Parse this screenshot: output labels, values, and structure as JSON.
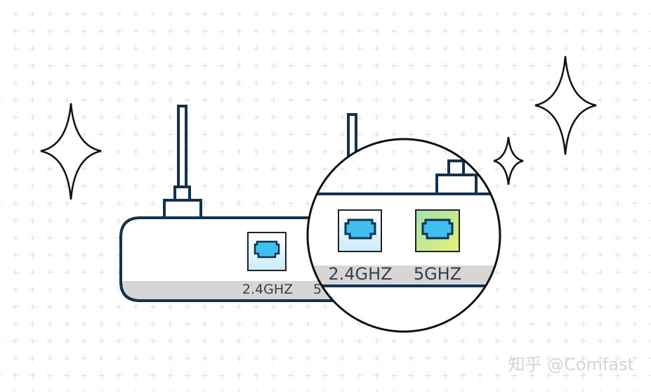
{
  "router": {
    "port_24_label": "2.4GHZ",
    "port_5_label_partial": "5"
  },
  "magnifier": {
    "port_24_label": "2.4GHZ",
    "port_5_label": "5GHZ"
  },
  "watermark": "知乎 @Comfast",
  "colors": {
    "outline": "#12324d",
    "port_fill": "#3fc0f0",
    "band_gray": "#d6d6d6",
    "port_24_bg": "#d9f1fb",
    "port_5_bg_from": "#a6e6a8",
    "port_5_bg_to": "#e4ef7a"
  }
}
